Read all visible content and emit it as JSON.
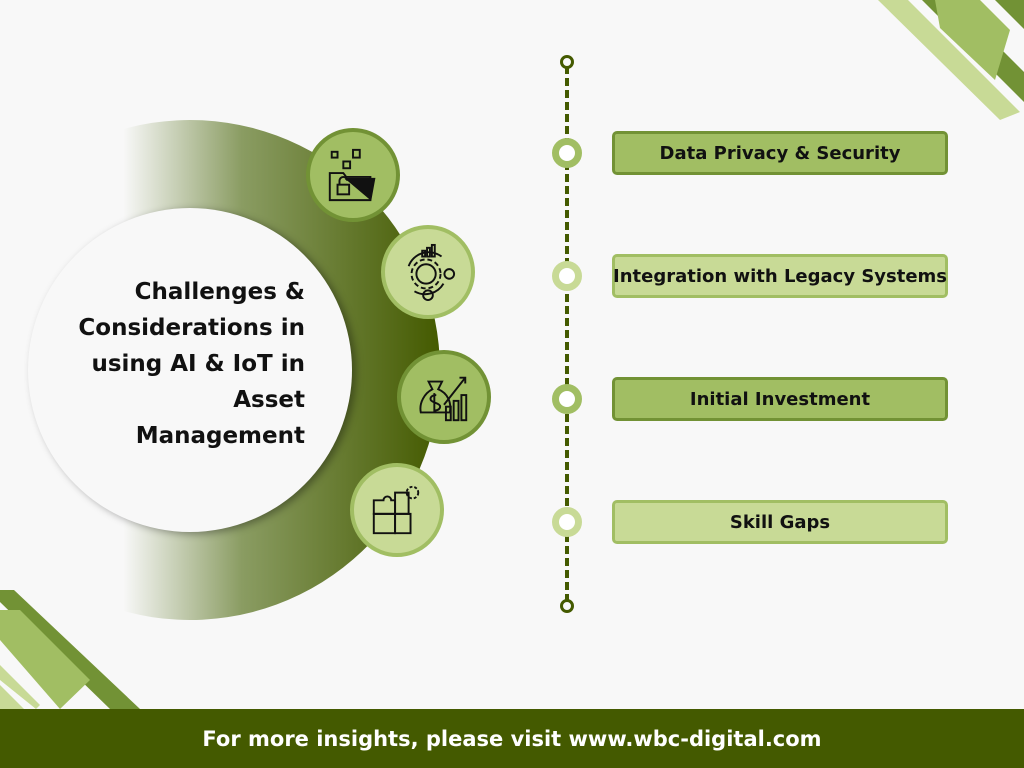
{
  "title": "Challenges & Considerations in using AI & IoT in Asset Management",
  "items": [
    {
      "label": "Data Privacy & Security",
      "icon": "folder-lock-icon"
    },
    {
      "label": "Integration with Legacy Systems",
      "icon": "gear-cycle-icon"
    },
    {
      "label": "Initial Investment",
      "icon": "money-bag-growth-icon"
    },
    {
      "label": "Skill Gaps",
      "icon": "puzzle-gear-icon"
    }
  ],
  "footer": "For more insights, please visit www.wbc-digital.com",
  "colors": {
    "dark": "#445a00",
    "mid": "#729235",
    "light": "#a1be63",
    "pale": "#c8da96"
  }
}
